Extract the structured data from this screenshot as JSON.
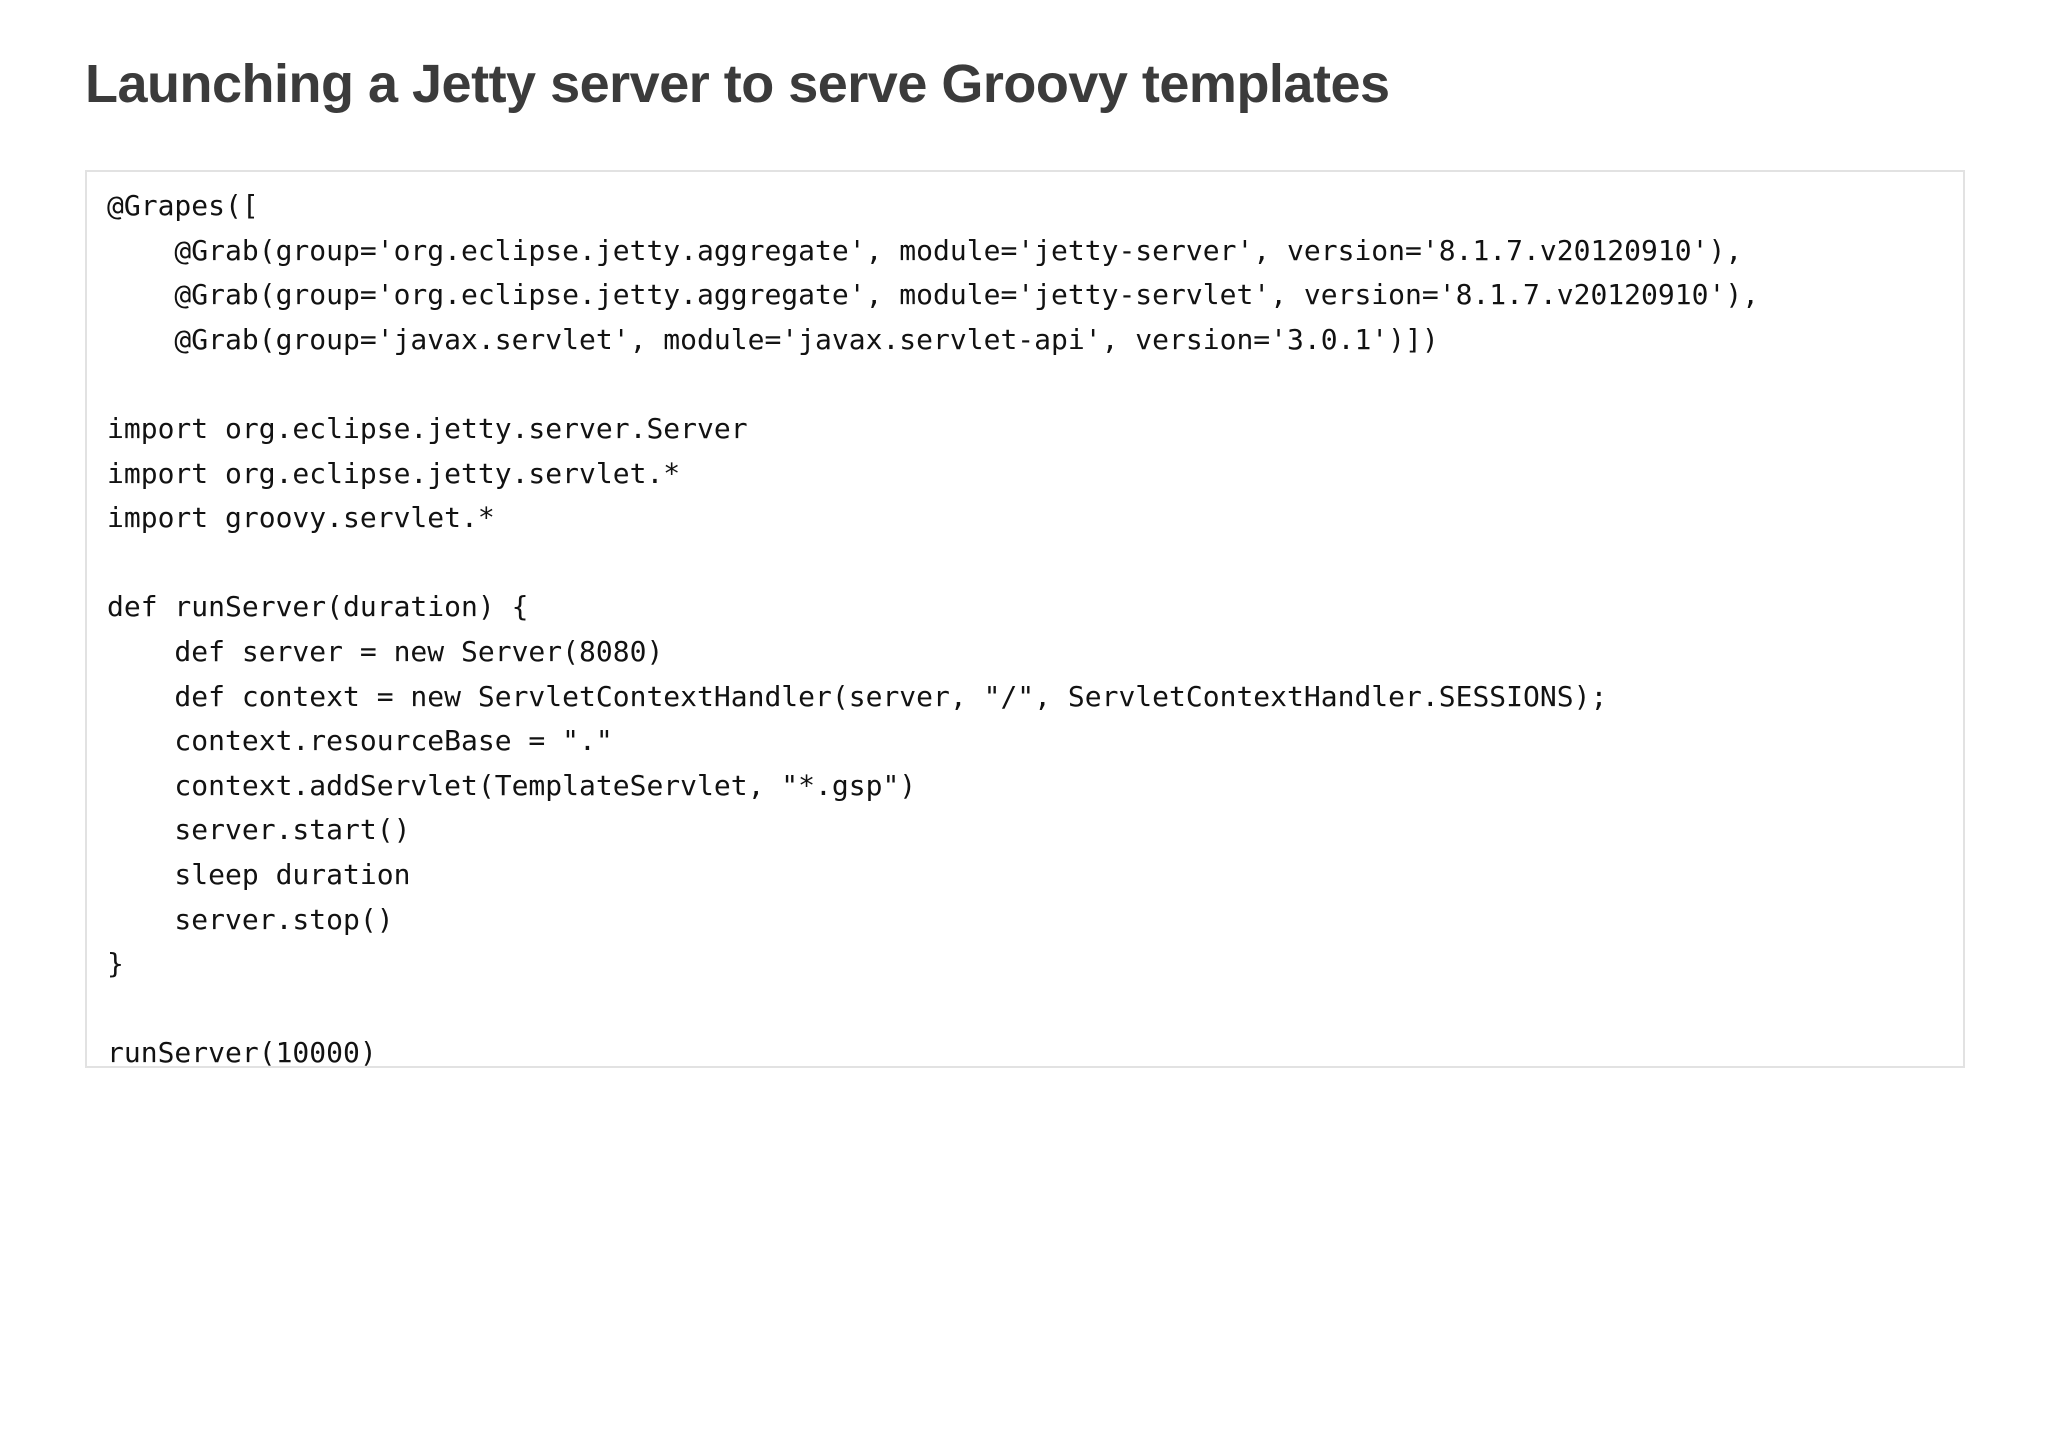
{
  "page": {
    "title": "Launching a Jetty server to serve Groovy templates"
  },
  "code_block": {
    "lines": [
      "@Grapes([",
      "    @Grab(group='org.eclipse.jetty.aggregate', module='jetty-server', version='8.1.7.v20120910'),",
      "    @Grab(group='org.eclipse.jetty.aggregate', module='jetty-servlet', version='8.1.7.v20120910'),",
      "    @Grab(group='javax.servlet', module='javax.servlet-api', version='3.0.1')])",
      "",
      "import org.eclipse.jetty.server.Server",
      "import org.eclipse.jetty.servlet.*",
      "import groovy.servlet.*",
      "",
      "def runServer(duration) {",
      "    def server = new Server(8080)",
      "    def context = new ServletContextHandler(server, \"/\", ServletContextHandler.SESSIONS);",
      "    context.resourceBase = \".\"",
      "    context.addServlet(TemplateServlet, \"*.gsp\")",
      "    server.start()",
      "    sleep duration",
      "    server.stop()",
      "}",
      "",
      "runServer(10000)"
    ]
  },
  "colors": {
    "background": "#ffffff",
    "title_text": "#3b3b3b",
    "code_text": "#121212",
    "code_border": "#e2e2e2"
  }
}
